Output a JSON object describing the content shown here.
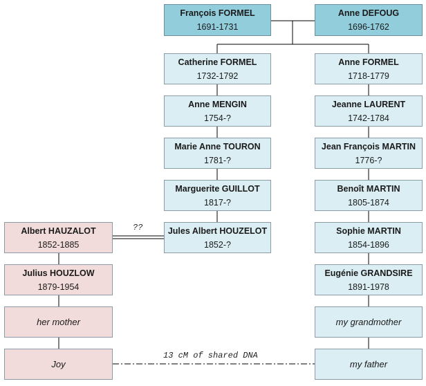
{
  "top": {
    "francois": {
      "name": "François FORMEL",
      "dates": "1691-1731"
    },
    "anne_d": {
      "name": "Anne DEFOUG",
      "dates": "1696-1762"
    }
  },
  "left_line": [
    {
      "name": "Catherine FORMEL",
      "dates": "1732-1792"
    },
    {
      "name": "Anne MENGIN",
      "dates": "1754-?"
    },
    {
      "name": "Marie Anne TOURON",
      "dates": "1781-?"
    },
    {
      "name": "Marguerite GUILLOT",
      "dates": "1817-?"
    },
    {
      "name": "Jules Albert HOUZELOT",
      "dates": "1852-?"
    }
  ],
  "right_line": [
    {
      "name": "Anne FORMEL",
      "dates": "1718-1779"
    },
    {
      "name": "Jeanne LAURENT",
      "dates": "1742-1784"
    },
    {
      "name": "Jean François MARTIN",
      "dates": "1776-?"
    },
    {
      "name": "Benoît MARTIN",
      "dates": "1805-1874"
    },
    {
      "name": "Sophie MARTIN",
      "dates": "1854-1896"
    },
    {
      "name": "Eugénie GRANDSIRE",
      "dates": "1891-1978"
    }
  ],
  "right_tail": [
    "my grandmother",
    "my father"
  ],
  "pink_line": [
    {
      "name": "Albert HAUZALOT",
      "dates": "1852-1885"
    },
    {
      "name": "Julius HOUZLOW",
      "dates": "1879-1954"
    }
  ],
  "pink_tail": [
    "her mother",
    "Joy"
  ],
  "link_note": "??",
  "dna_note": "13 cM of shared DNA",
  "colors": {
    "top": "#92cddc",
    "descendants": "#daeef3",
    "other_family": "#f2dcdb"
  }
}
